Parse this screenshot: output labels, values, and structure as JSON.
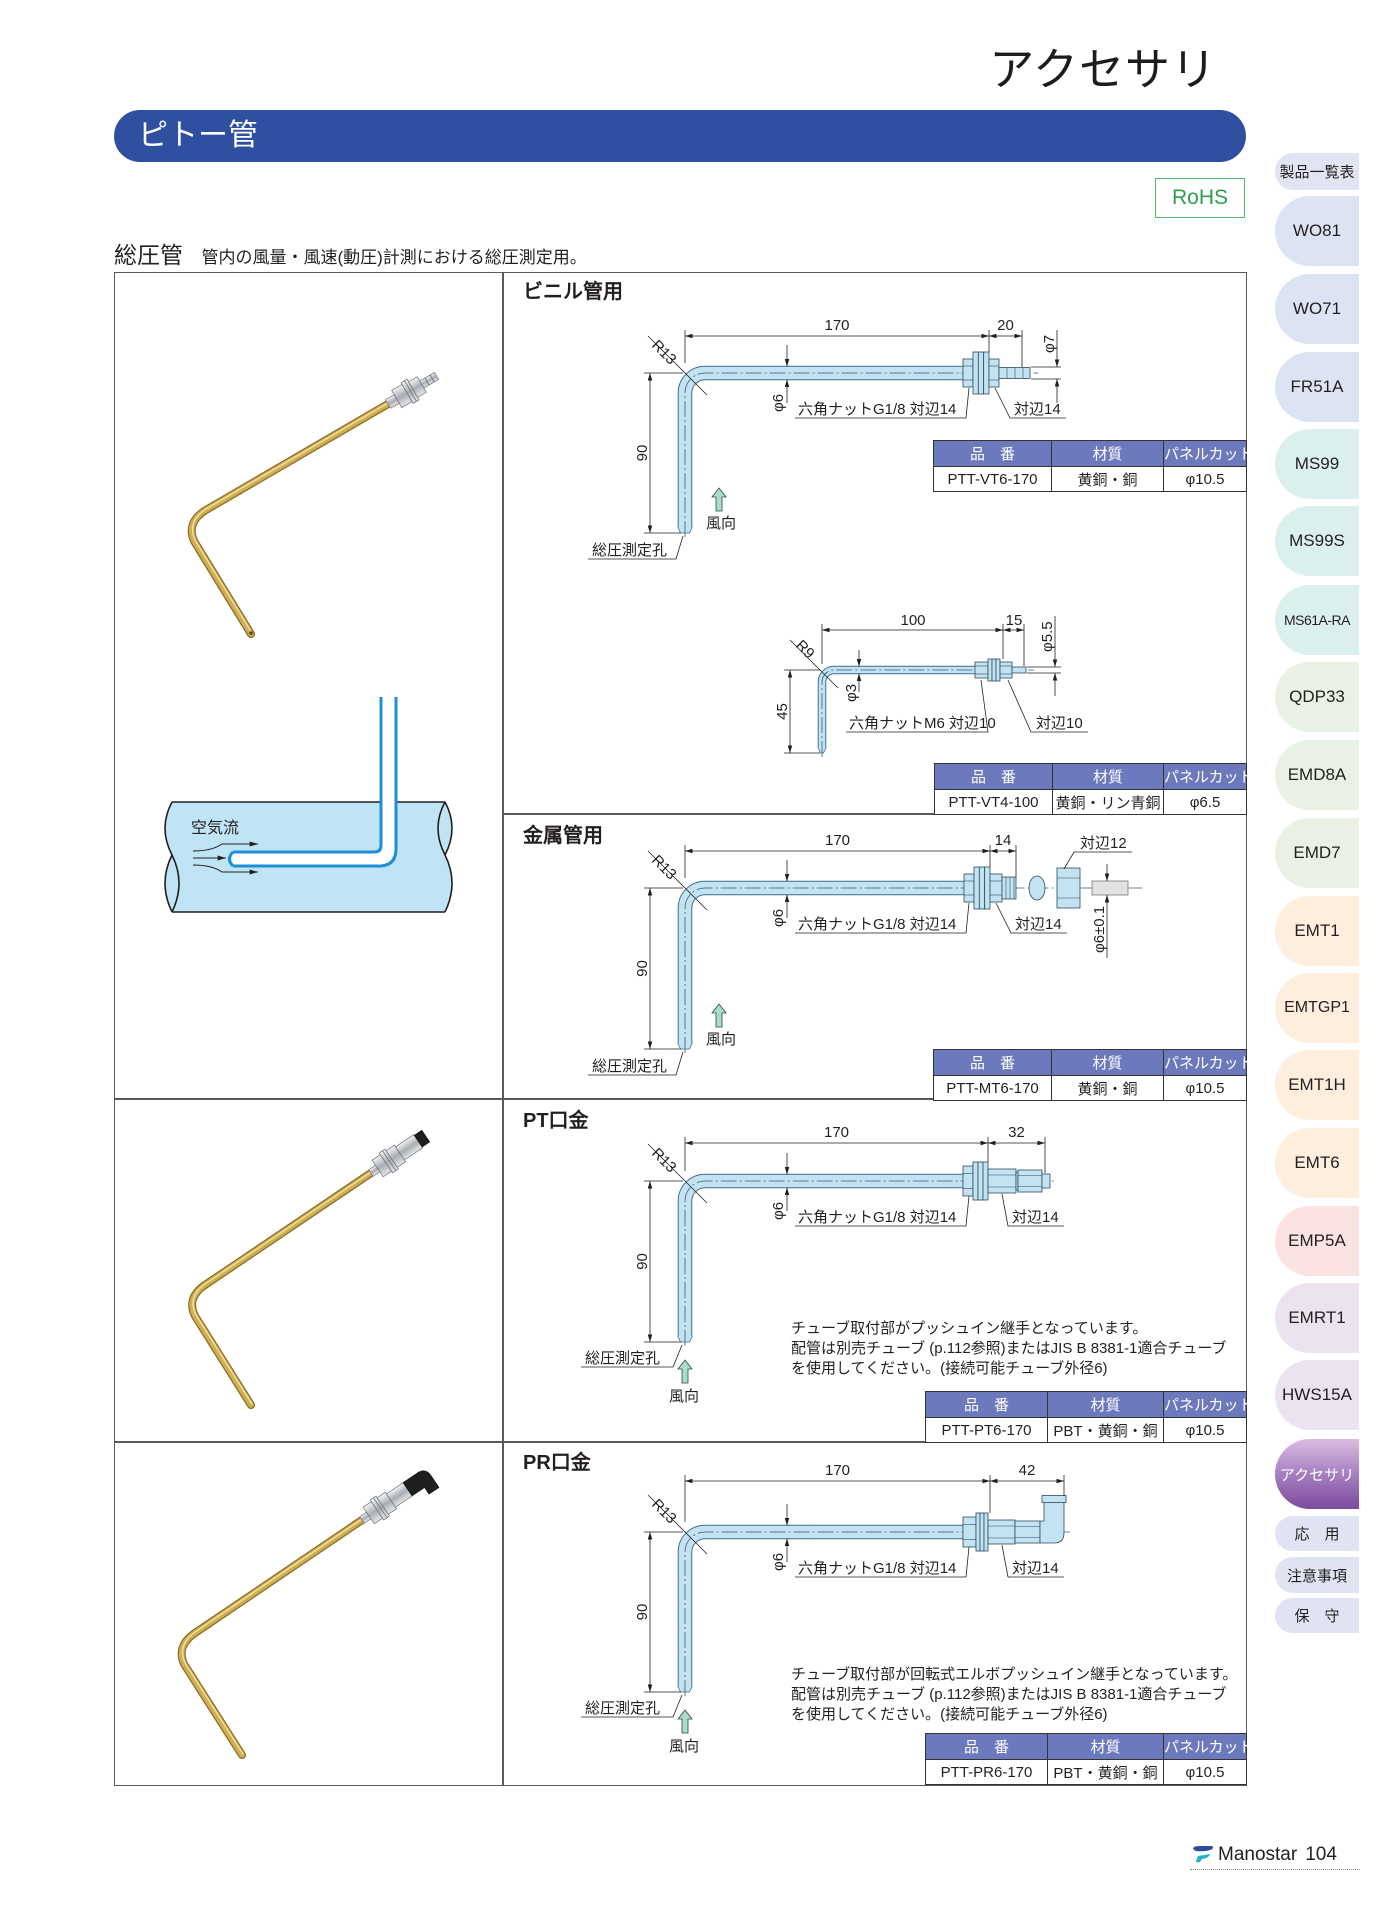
{
  "theme": {
    "banner": "#2f4fa1",
    "table_header": "#6c79bd",
    "rohs": "#2e9e4c"
  },
  "header": {
    "section_title": "アクセサリ",
    "banner_title": "ピトー管",
    "rohs_badge": "RoHS"
  },
  "intro": {
    "title": "総圧管",
    "description": "管内の風量・風速(動圧)計測における総圧測定用。"
  },
  "airflow_diagram": {
    "label": "空気流"
  },
  "table_headers": [
    "品　番",
    "材質",
    "パネルカット"
  ],
  "sections": [
    {
      "heading": "ビニル管用",
      "diagram": {
        "length": "170",
        "fitting_length": "20",
        "fitting_dia": "φ7",
        "bend_radius": "R13",
        "tube_dia": "φ6",
        "height": "90",
        "nut_label": "六角ナットG1/8 対辺14",
        "nut2_label": "対辺14",
        "hole_label": "総圧測定孔",
        "wind_label": "風向"
      },
      "spec": {
        "part_no": "PTT-VT6-170",
        "material": "黄銅・銅",
        "panel_cut": "φ10.5"
      }
    },
    {
      "diagram": {
        "length": "100",
        "fitting_length": "15",
        "fitting_dia": "φ5.5",
        "bend_radius": "R9",
        "tube_dia": "φ3",
        "height": "45",
        "nut_label": "六角ナットM6 対辺10",
        "nut2_label": "対辺10"
      },
      "spec": {
        "part_no": "PTT-VT4-100",
        "material": "黄銅・リン青銅",
        "panel_cut": "φ6.5"
      }
    },
    {
      "heading": "金属管用",
      "diagram": {
        "length": "170",
        "fitting_length": "14",
        "cap_nut_label": "対辺12",
        "fitting_dia": "φ6±0.1",
        "bend_radius": "R13",
        "tube_dia": "φ6",
        "height": "90",
        "nut_label": "六角ナットG1/8 対辺14",
        "nut2_label": "対辺14",
        "hole_label": "総圧測定孔",
        "wind_label": "風向"
      },
      "spec": {
        "part_no": "PTT-MT6-170",
        "material": "黄銅・銅",
        "panel_cut": "φ10.5"
      }
    },
    {
      "heading": "PT口金",
      "diagram": {
        "length": "170",
        "fitting_length": "32",
        "bend_radius": "R13",
        "tube_dia": "φ6",
        "height": "90",
        "nut_label": "六角ナットG1/8 対辺14",
        "nut2_label": "対辺14",
        "hole_label": "総圧測定孔",
        "wind_label": "風向"
      },
      "note": [
        "チューブ取付部がプッシュイン継手となっています。",
        "配管は別売チューブ (p.112参照)またはJIS B 8381-1適合チューブ",
        "を使用してください。(接続可能チューブ外径6)"
      ],
      "spec": {
        "part_no": "PTT-PT6-170",
        "material": "PBT・黄銅・銅",
        "panel_cut": "φ10.5"
      }
    },
    {
      "heading": "PR口金",
      "diagram": {
        "length": "170",
        "fitting_length": "42",
        "bend_radius": "R13",
        "tube_dia": "φ6",
        "height": "90",
        "nut_label": "六角ナットG1/8 対辺14",
        "nut2_label": "対辺14",
        "hole_label": "総圧測定孔",
        "wind_label": "風向"
      },
      "note": [
        "チューブ取付部が回転式エルボプッシュイン継手となっています。",
        "配管は別売チューブ (p.112参照)またはJIS B 8381-1適合チューブ",
        "を使用してください。(接続可能チューブ外径6)"
      ],
      "spec": {
        "part_no": "PTT-PR6-170",
        "material": "PBT・黄銅・銅",
        "panel_cut": "φ10.5"
      }
    }
  ],
  "sidebar": {
    "tabs": [
      {
        "label": "製品一覧表"
      },
      {
        "label": "WO81"
      },
      {
        "label": "WO71"
      },
      {
        "label": "FR51A"
      },
      {
        "label": "MS99"
      },
      {
        "label": "MS99S"
      },
      {
        "label": "MS61A-RA"
      },
      {
        "label": "QDP33"
      },
      {
        "label": "EMD8A"
      },
      {
        "label": "EMD7"
      },
      {
        "label": "EMT1"
      },
      {
        "label": "EMTGP1"
      },
      {
        "label": "EMT1H"
      },
      {
        "label": "EMT6"
      },
      {
        "label": "EMP5A"
      },
      {
        "label": "EMRT1"
      },
      {
        "label": "HWS15A"
      },
      {
        "label": "アクセサリ",
        "active": true
      },
      {
        "label": "応　用"
      },
      {
        "label": "注意事項"
      },
      {
        "label": "保　守"
      }
    ]
  },
  "footer": {
    "brand": "Manostar",
    "page_number": "104"
  }
}
